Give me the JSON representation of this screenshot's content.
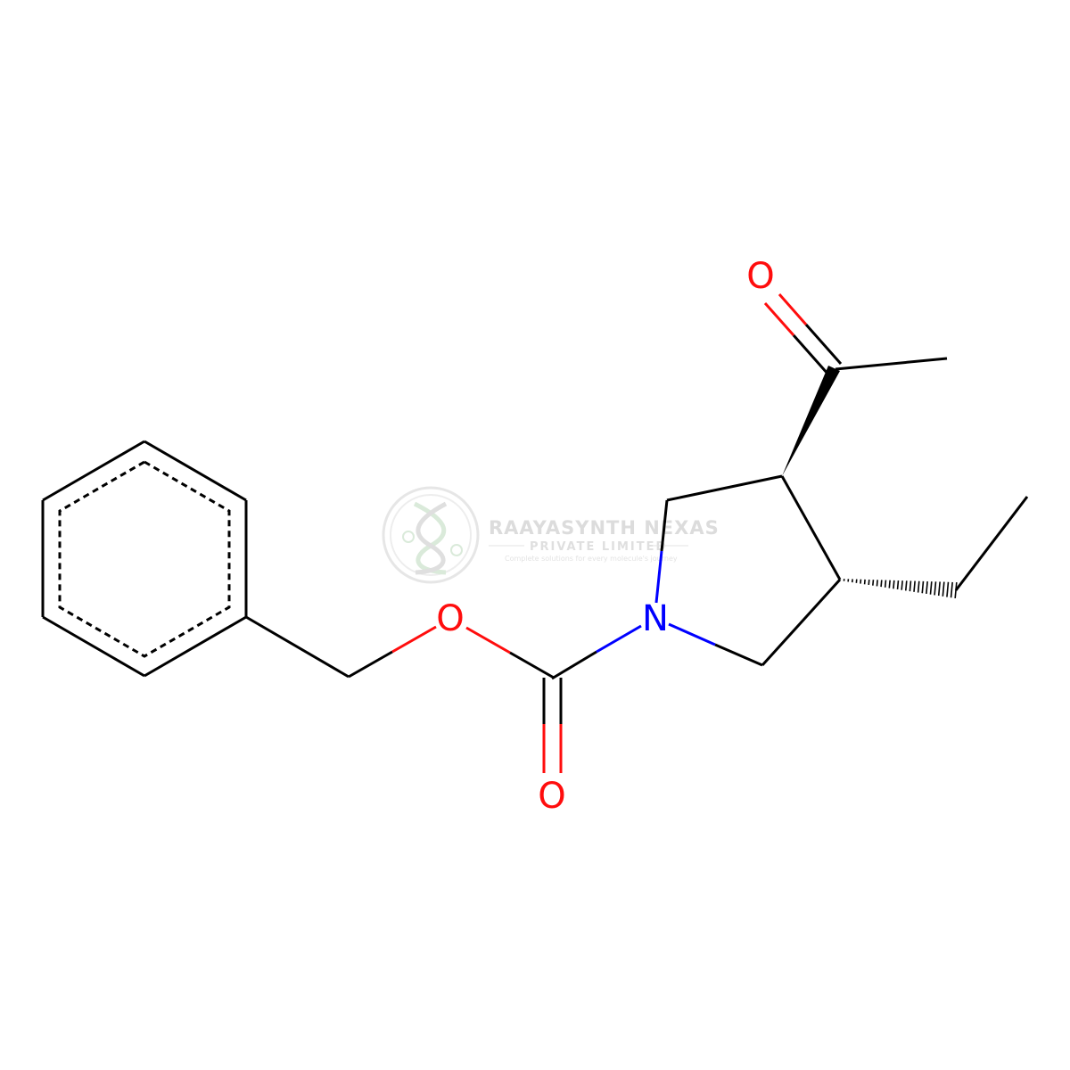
{
  "atoms": {
    "ester_oxygen": "O",
    "carbonyl_oxygen": "O",
    "ketone_oxygen": "O",
    "ring_nitrogen": "N"
  },
  "colors": {
    "bond": "#000000",
    "oxygen": "#ff0d0d",
    "nitrogen": "#0000ff",
    "watermark": "#d9d9d9"
  },
  "watermark": {
    "name": "RAAYASYNTH NEXAS",
    "subtitle": "PRIVATE LIMITED",
    "tagline": "Complete solutions for every molecule's journey",
    "logo_icon": "dna-helix-logo-icon"
  }
}
